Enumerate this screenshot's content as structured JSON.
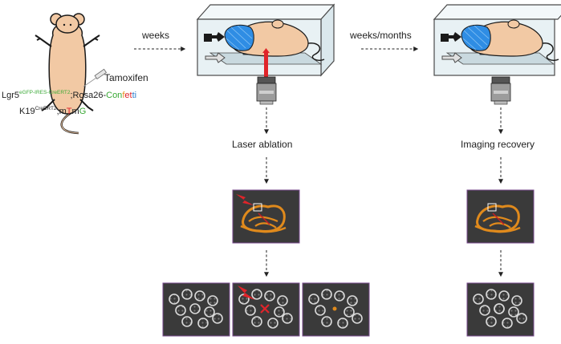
{
  "labels": {
    "weeks": "weeks",
    "weeks_months": "weeks/months",
    "tamoxifen": "Tamoxifen",
    "laser_ablation": "Laser ablation",
    "imaging_recovery": "Imaging recovery"
  },
  "genotype": {
    "line1": {
      "lgr5": "Lgr5",
      "lgr5_sup": "eGFP-IRES-CreERT2",
      "rosa": ";Rosa26-",
      "confetti": [
        "Con",
        "f",
        "et",
        "ti"
      ]
    },
    "line2": {
      "k19": "K19",
      "k19_sup": "CreERT2",
      "sep": ";",
      "mtmg": [
        "m",
        "T",
        "m",
        "G"
      ]
    }
  },
  "colors": {
    "mouse_body": "#f2c9a4",
    "mouse_outline": "#1a1a1a",
    "drape": "#2f8de4",
    "box_stroke": "#4a4a4a",
    "box_fill": "#e8f1f4",
    "laser": "#e0242a",
    "image_bg": "#3a3a3a",
    "image_frame": "#7a4b8f",
    "tissue": "#e08a1c",
    "crypt": "#d9d9d9",
    "confetti_green": "#39a935",
    "confetti_orange": "#e8901e",
    "confetti_red": "#e0242a",
    "confetti_blue": "#2a7fd0"
  }
}
